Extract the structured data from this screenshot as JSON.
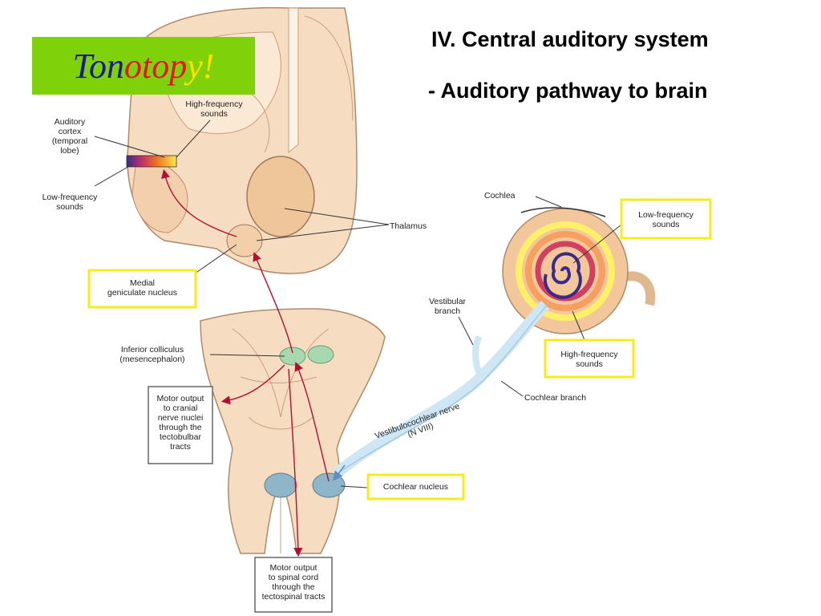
{
  "heading": {
    "line1": "IV. Central auditory system",
    "line2": "- Auditory pathway to brain"
  },
  "tonotopy": {
    "part1": "Ton",
    "part2": "o",
    "part3": "top",
    "part4": "y",
    "part5": "!",
    "colors": {
      "blue": "#1a1a8c",
      "red": "#e0181c",
      "yellow": "#ffe000",
      "box": "#7fd20a"
    }
  },
  "labels": {
    "auditory_cortex": "Auditory\ncortex\n(temporal\nlobe)",
    "high_freq_cortex": "High-frequency\nsounds",
    "low_freq_cortex": "Low-frequency\nsounds",
    "medial_geniculate": "Medial\ngeniculate nucleus",
    "thalamus": "Thalamus",
    "cochlea": "Cochlea",
    "low_freq_cochlea": "Low-frequency\nsounds",
    "high_freq_cochlea": "High-frequency\nsounds",
    "vestibular_branch": "Vestibular\nbranch",
    "cochlear_branch": "Cochlear branch",
    "inferior_colliculus": "Inferior colliculus\n(mesencephalon)",
    "motor_cranial": "Motor output\nto cranial\nnerve nuclei\nthrough the\ntectobulbar\ntracts",
    "vestibulocochlear": "Vestibulocochlear nerve\n(N VIII)",
    "cochlear_nucleus": "Cochlear nucleus",
    "motor_spinal": "Motor output\nto spinal cord\nthrough the\ntectospinal tracts"
  },
  "highlight_color": "#f2ee1a"
}
